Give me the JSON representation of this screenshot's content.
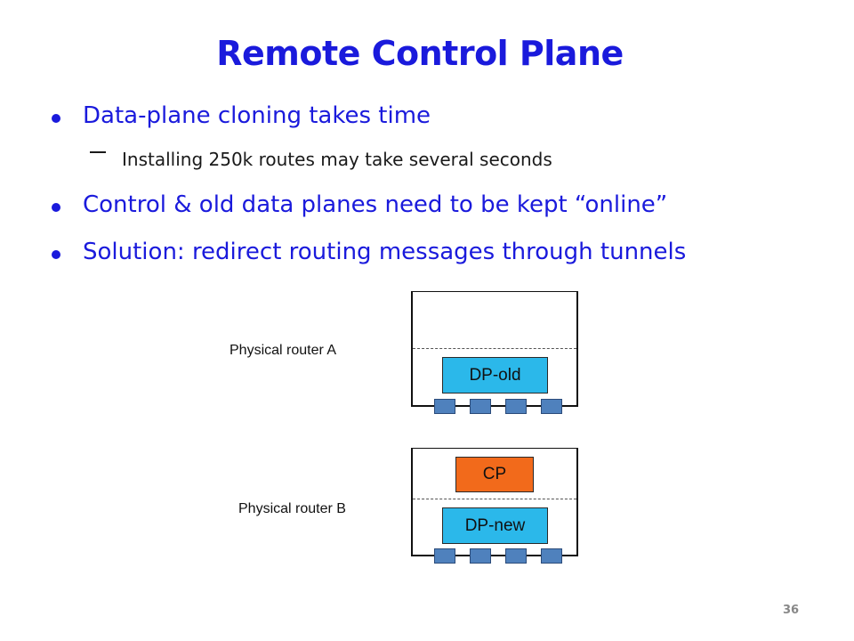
{
  "slide": {
    "title": "Remote Control Plane",
    "bullets": [
      "Data-plane cloning takes time",
      "Control & old data planes need to be kept “online”",
      "Solution: redirect routing messages through tunnels"
    ],
    "sub_bullets": [
      "Installing 250k routes may take several seconds"
    ],
    "page_number": "36"
  },
  "diagram": {
    "router_a": {
      "label": "Physical router A",
      "dp_label": "DP-old"
    },
    "router_b": {
      "label": "Physical router B",
      "cp_label": "CP",
      "dp_label": "DP-new"
    },
    "colors": {
      "title_blue": "#1a1adc",
      "dp_fill": "#2bb8ea",
      "cp_fill": "#f26a1b",
      "port_fill": "#4f81bd"
    }
  }
}
